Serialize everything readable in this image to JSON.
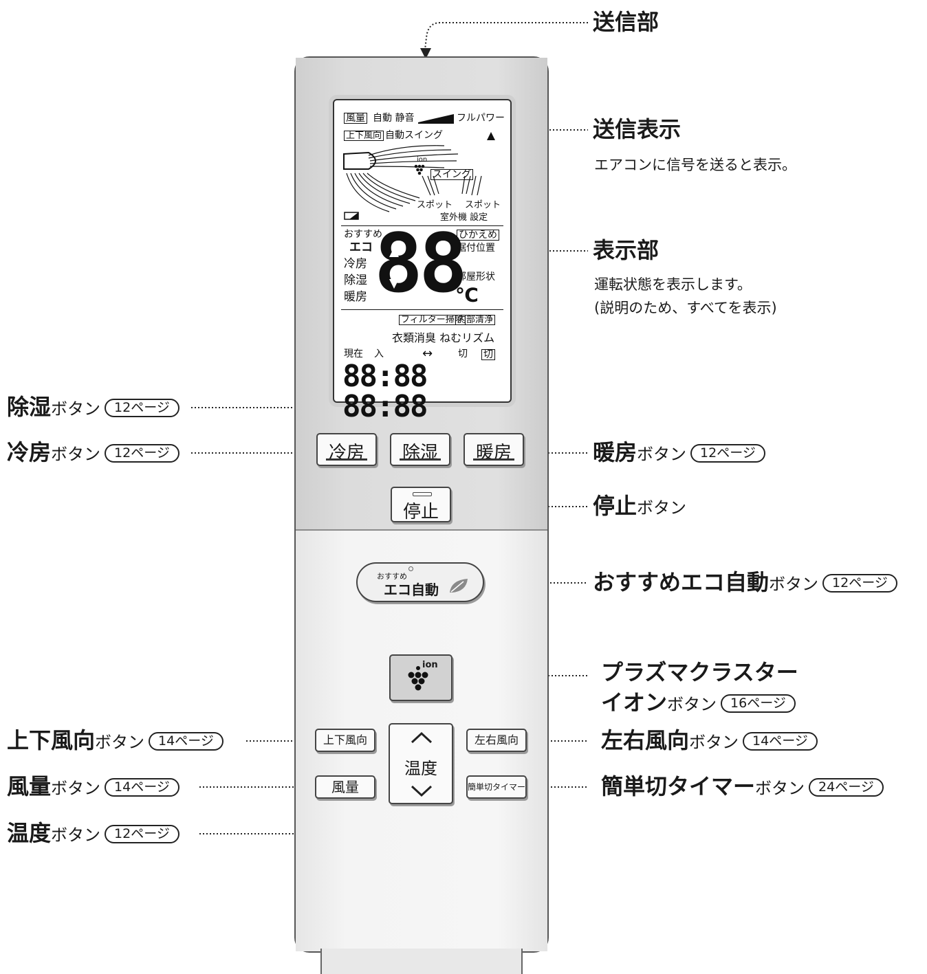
{
  "labels": {
    "transmitter": "送信部",
    "send_indicator": {
      "title": "送信表示",
      "desc": "エアコンに信号を送ると表示。"
    },
    "display": {
      "title": "表示部",
      "desc1": "運転状態を表示します。",
      "desc2": "(説明のため、すべてを表示)"
    },
    "dehumidify": {
      "name": "除湿",
      "suffix": "ボタン",
      "page": "12ページ"
    },
    "cool": {
      "name": "冷房",
      "suffix": "ボタン",
      "page": "12ページ"
    },
    "heat": {
      "name": "暖房",
      "suffix": "ボタン",
      "page": "12ページ"
    },
    "stop": {
      "name": "停止",
      "suffix": "ボタン"
    },
    "eco_auto": {
      "name": "おすすめエコ自動",
      "suffix": "ボタン",
      "page": "12ページ"
    },
    "plasmacluster": {
      "name1": "プラズマクラスター",
      "name2": "イオン",
      "suffix": "ボタン",
      "page": "16ページ"
    },
    "vertical_dir": {
      "name": "上下風向",
      "suffix": "ボタン",
      "page": "14ページ"
    },
    "horizontal_dir": {
      "name": "左右風向",
      "suffix": "ボタン",
      "page": "14ページ"
    },
    "fan": {
      "name": "風量",
      "suffix": "ボタン",
      "page": "14ページ"
    },
    "timer": {
      "name": "簡単切タイマー",
      "suffix": "ボタン",
      "page": "24ページ"
    },
    "temp": {
      "name": "温度",
      "suffix": "ボタン",
      "page": "12ページ"
    }
  },
  "lcd": {
    "fan_box": "風量",
    "auto_quiet": "自動 静音",
    "full_power": "フルパワー",
    "vert_box": "上下風向",
    "auto_swing": "自動スイング",
    "ion": "ion",
    "swing": "スイング",
    "spot1": "スポット",
    "spot2": "スポット",
    "outdoor": "室外機 設定",
    "recommended": "おすすめ",
    "eco": "エコ",
    "cool": "冷房",
    "dehum": "除湿",
    "heat": "暖房",
    "temp_digits": "88",
    "hikaeme": "ひかえめ",
    "install_pos": "据付位置",
    "room_shape": "部屋形状",
    "celsius": "℃",
    "filter": "フィルター掃除",
    "inner_clean": "内部清浄",
    "laundry": "衣類消臭 ねむリズム",
    "now": "現在",
    "on": "入",
    "arrow": "↔",
    "off": "切",
    "off_box": "切",
    "clock": "88:88 88:88"
  },
  "buttons": {
    "cool": "冷房",
    "dehum": "除湿",
    "heat": "暖房",
    "stop": "停止",
    "eco_small": "おすすめ",
    "eco_main": "エコ自動",
    "ion": "ion",
    "vertical": "上下風向",
    "horizontal": "左右風向",
    "fan": "風量",
    "temp": "温度",
    "timer": "簡単切タイマー"
  },
  "colors": {
    "leaf": "#8a8a8a",
    "body": "#e6e6e6",
    "upper": "#d9d9d9"
  }
}
